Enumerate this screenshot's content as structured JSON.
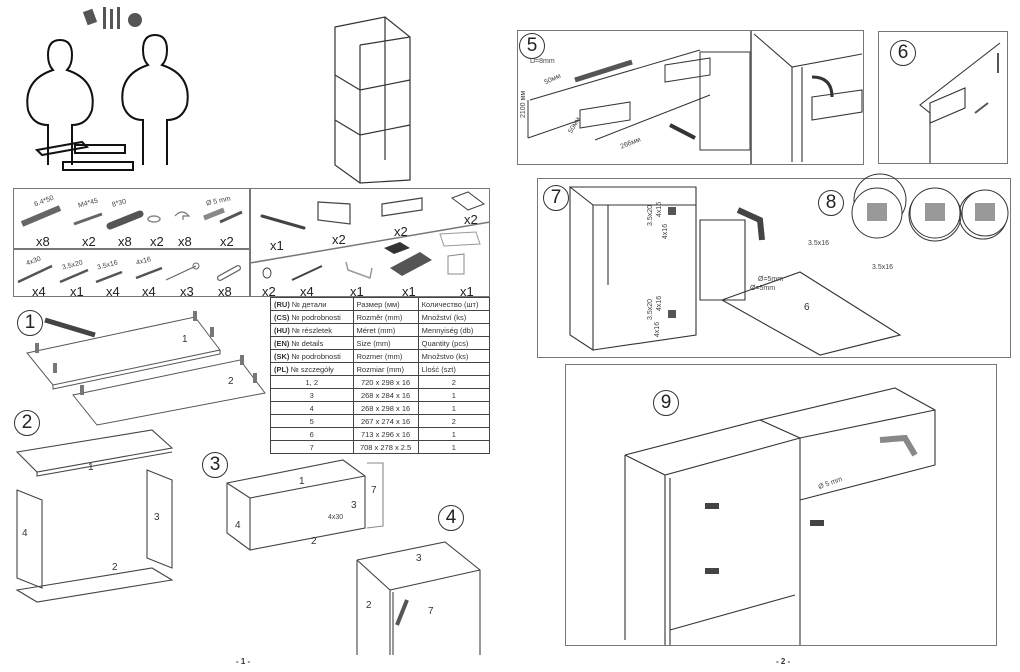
{
  "pages": [
    {
      "label": "- 1 -"
    },
    {
      "label": "- 2 -"
    }
  ],
  "hardware_top": [
    {
      "spec": "6.4*50",
      "qty": "x8",
      "icon": "screw-anchor-icon"
    },
    {
      "spec": "M4*45",
      "qty": "x2",
      "icon": "bolt-icon"
    },
    {
      "spec": "8*30",
      "qty": "x8",
      "icon": "wood-dowel-icon"
    },
    {
      "spec": "",
      "qty": "x2",
      "icon": "washer-icon"
    },
    {
      "spec": "",
      "qty": "x8",
      "icon": "shelf-pin-icon"
    },
    {
      "spec": "Ø 5 mm",
      "qty": "x2",
      "icon": "connector-bolt-icon"
    }
  ],
  "hardware_bottom": [
    {
      "spec": "4x30",
      "qty": "x4",
      "icon": "screw-icon"
    },
    {
      "spec": "3.5x20",
      "qty": "x1",
      "icon": "screw-icon"
    },
    {
      "spec": "3.5x16",
      "qty": "x4",
      "icon": "screw-icon"
    },
    {
      "spec": "4x16",
      "qty": "x4",
      "icon": "screw-icon"
    },
    {
      "spec": "",
      "qty": "x3",
      "icon": "nail-icon"
    },
    {
      "spec": "",
      "qty": "x8",
      "icon": "cam-dowel-icon"
    }
  ],
  "fittings_top": [
    {
      "qty": "x1",
      "icon": "handle-icon"
    },
    {
      "qty": "x2",
      "icon": "hanger-bracket-icon"
    },
    {
      "qty": "x2",
      "icon": "mounting-rail-icon"
    },
    {
      "qty": "x2",
      "icon": "bumper-pads-icon"
    }
  ],
  "fittings_bottom": [
    {
      "qty": "x2",
      "icon": "cap-icon"
    },
    {
      "qty": "x4",
      "icon": "wall-plug-screw-icon"
    },
    {
      "qty": "x1",
      "icon": "allen-key-icon"
    },
    {
      "qty": "x1",
      "icon": "hinge-icon"
    },
    {
      "qty": "x1",
      "icon": "hinge-plate-icon"
    }
  ],
  "parts_table": {
    "header_rows": [
      {
        "lang": "(RU)",
        "col1": "№ детали",
        "col2": "Размер (мм)",
        "col3": "Количество (шт)"
      },
      {
        "lang": "(CS)",
        "col1": "№ podrobnosti",
        "col2": "Rozměr (mm)",
        "col3": "Množství (ks)"
      },
      {
        "lang": "(HU)",
        "col1": "№ részletek",
        "col2": "Méret (mm)",
        "col3": "Mennyiség (db)"
      },
      {
        "lang": "(EN)",
        "col1": "№ details",
        "col2": "Size (mm)",
        "col3": "Quantity (pcs)"
      },
      {
        "lang": "(SK)",
        "col1": "№ podrobnosti",
        "col2": "Rozmer (mm)",
        "col3": "Množstvo (ks)"
      },
      {
        "lang": "(PL)",
        "col1": "№ szczegóły",
        "col2": "Rozmiar (mm)",
        "col3": "Llość (szt)"
      }
    ],
    "rows": [
      {
        "part": "1, 2",
        "size": "720 x 298 x 16",
        "qty": "2"
      },
      {
        "part": "3",
        "size": "268 x 284 x 16",
        "qty": "1"
      },
      {
        "part": "4",
        "size": "268 x 298 x 16",
        "qty": "1"
      },
      {
        "part": "5",
        "size": "267 x 274 x 16",
        "qty": "2"
      },
      {
        "part": "6",
        "size": "713 x 296 x 16",
        "qty": "1"
      },
      {
        "part": "7",
        "size": "708 x 278 x 2.5",
        "qty": "1"
      }
    ]
  },
  "steps": {
    "s1": {
      "num": "1",
      "parts": [
        "1",
        "2"
      ]
    },
    "s2": {
      "num": "2",
      "parts": [
        "1",
        "3",
        "4",
        "2"
      ]
    },
    "s3": {
      "num": "3",
      "parts": [
        "1",
        "4",
        "3",
        "2",
        "7"
      ],
      "screw": "4x30"
    },
    "s4": {
      "num": "4",
      "parts": [
        "3",
        "2",
        "7"
      ]
    },
    "s5": {
      "num": "5",
      "labels": {
        "drill": "D=8mm",
        "spacing_top": "50мм",
        "height": "2100 мм",
        "spacing_side": "50мм",
        "rail": "266мм"
      }
    },
    "s6": {
      "num": "6"
    },
    "s7": {
      "num": "7",
      "labels": {
        "screw_a": "3.5x20",
        "screw_b": "4x16",
        "screw_c": "4x16",
        "screw_d": "3.5x20",
        "screw_e": "4x16",
        "screw_f": "4x16"
      }
    },
    "s8": {
      "num": "8",
      "labels": {
        "drill1": "Ø=5mm",
        "drill2": "Ø=5mm",
        "screw1": "3.5x16",
        "screw2": "3.5x16",
        "panel": "6"
      }
    },
    "s9": {
      "num": "9",
      "labels": {
        "drill": "Ø 5 mm"
      }
    }
  }
}
